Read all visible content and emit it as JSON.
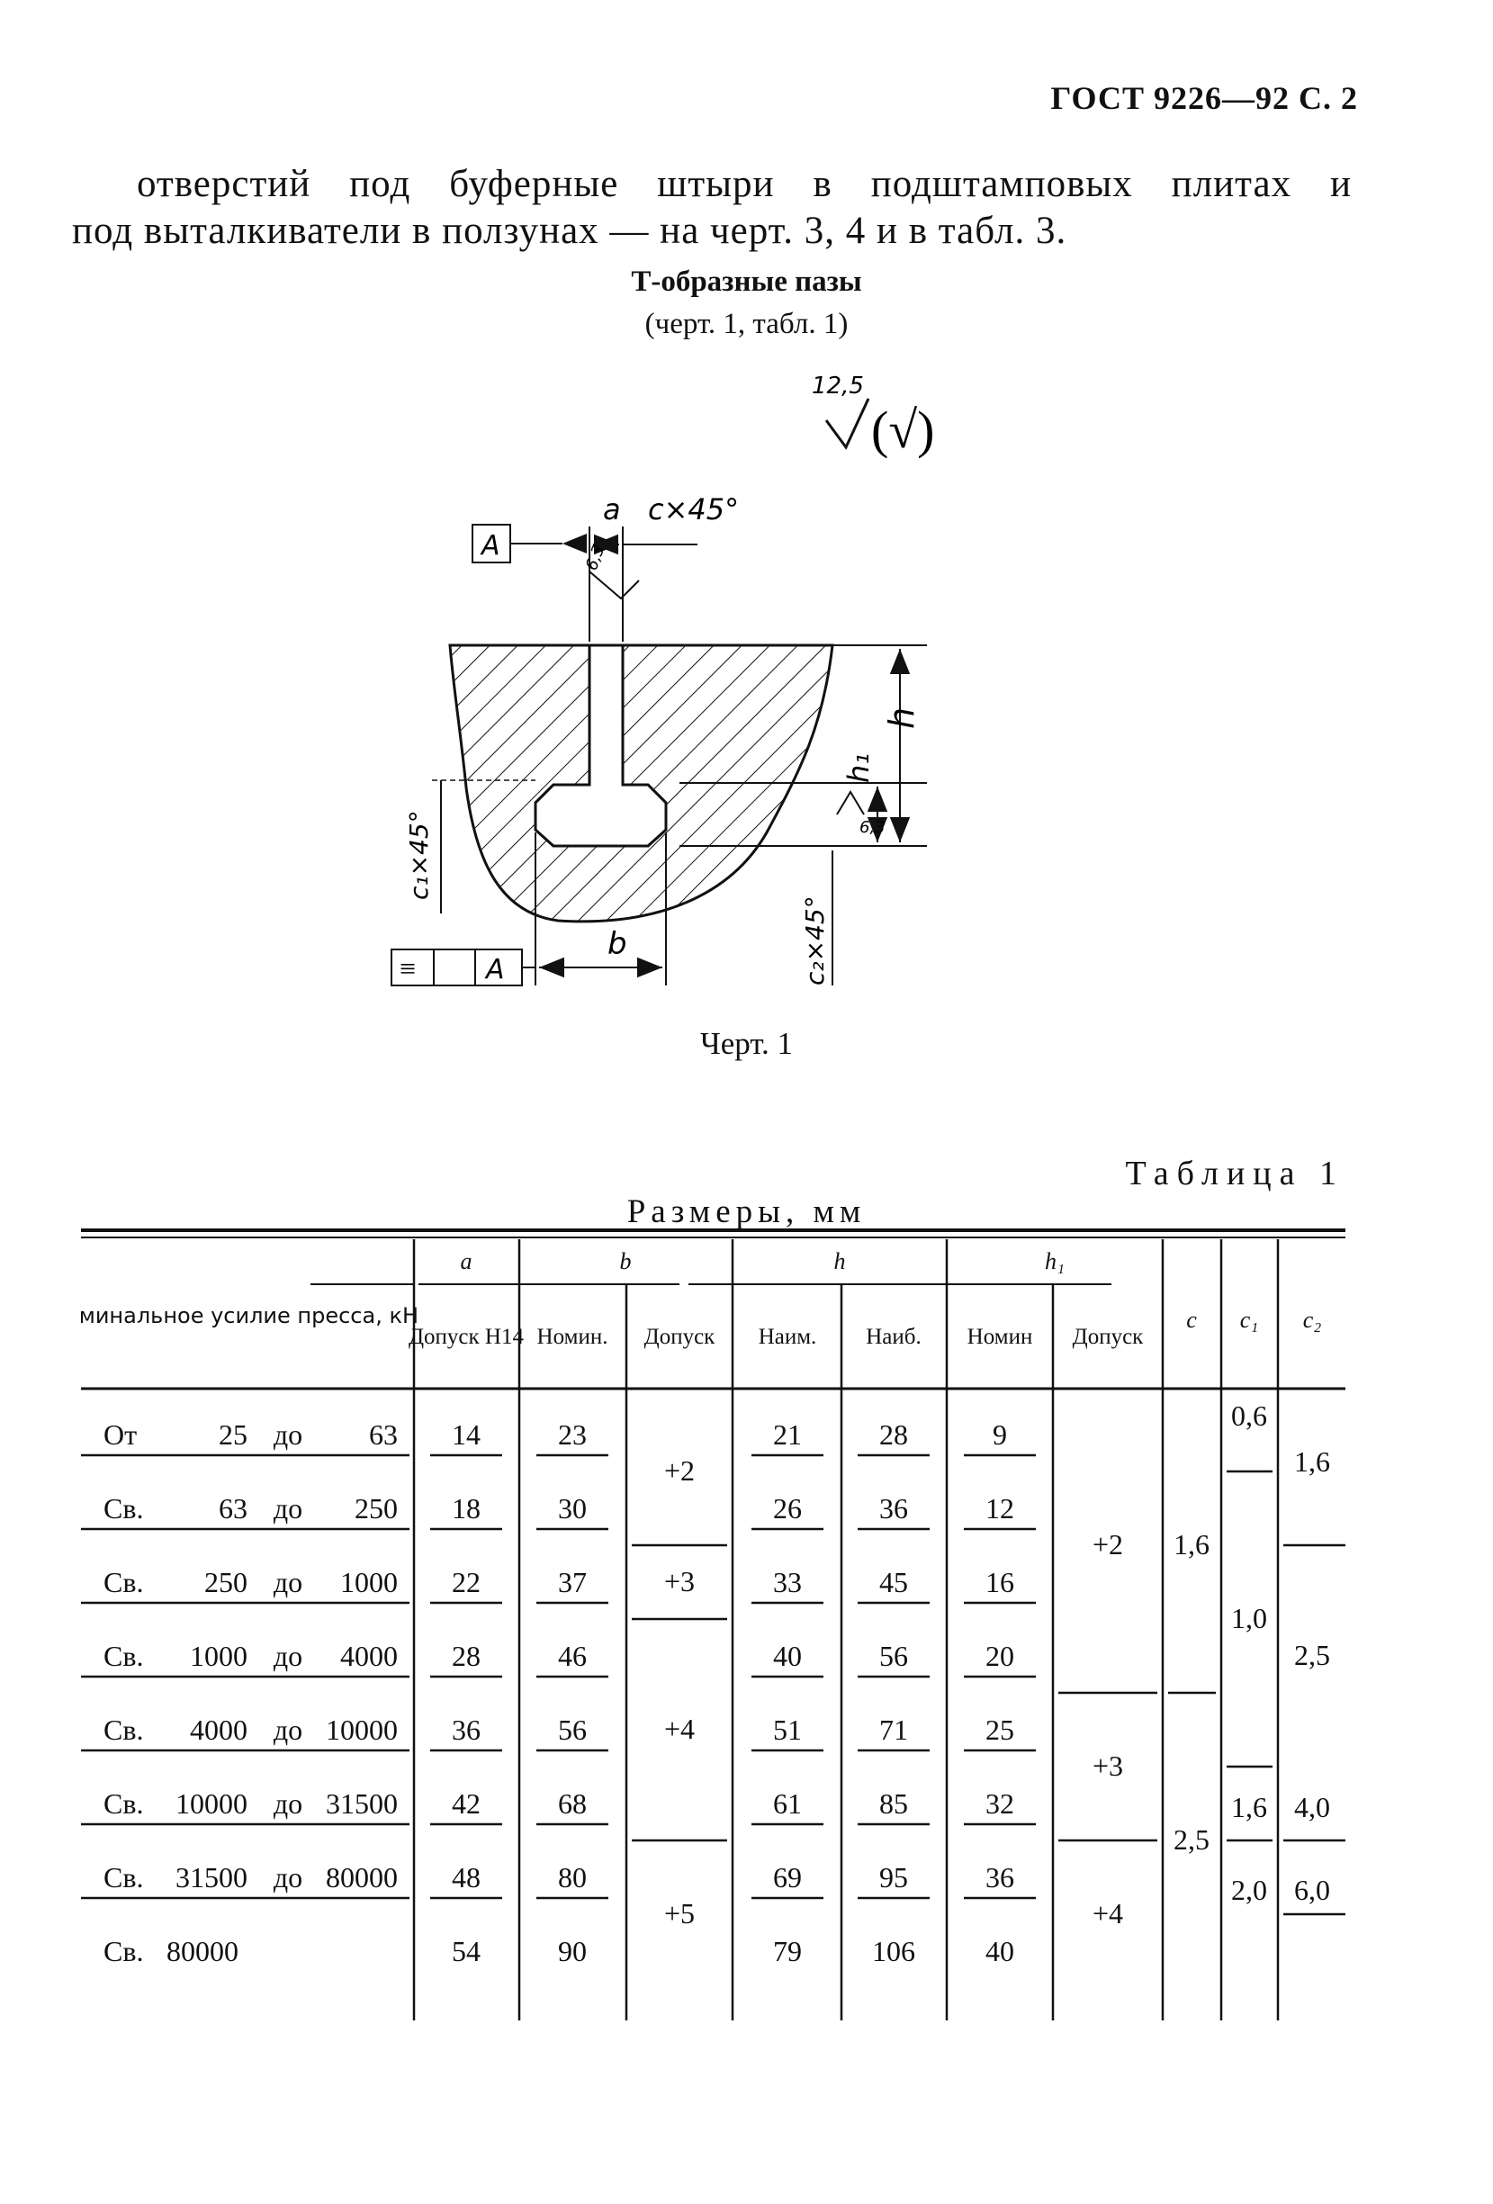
{
  "header": {
    "ref": "ГОСТ 9226—92 С. 2"
  },
  "intro": {
    "line1": "отверстий под буферные штыри в подштамповых плитах и",
    "line2": "под выталкиватели в ползунах — на черт. 3, 4 и в табл. 3."
  },
  "section": {
    "title": "Т-образные пазы",
    "ref": "(черт. 1, табл. 1)"
  },
  "drawing": {
    "caption": "Черт. 1",
    "labels": {
      "datum": "A",
      "dim_a": "a",
      "chamfer_c": "c×45°",
      "rough_side": "6,3",
      "rough_top": "12,5",
      "rough_paren": "(√)",
      "dim_h": "h",
      "dim_h1": "h₁",
      "rough_bottom": "6,3",
      "chamfer_c1": "c₁×45°",
      "chamfer_c2": "c₂×45°",
      "dim_b": "b",
      "sym_frame": "≡"
    }
  },
  "table": {
    "label": "Таблица 1",
    "units": "Размеры, мм",
    "headers": {
      "force": "Номинальное усилие пресса, кН",
      "a": "a",
      "b": "b",
      "h": "h",
      "h1": "h₁",
      "c": "c",
      "c1": "c₁",
      "c2": "c₂",
      "a_tol": "Допуск H14",
      "b_nom": "Номин.",
      "b_tol": "Допуск",
      "h_min": "Наим.",
      "h_max": "Наиб.",
      "h1_nom": "Номин",
      "h1_tol": "Допуск"
    },
    "rows": [
      {
        "pre": "От",
        "from": "25",
        "mid": "до",
        "to": "63",
        "a": "14",
        "b": "23",
        "hmin": "21",
        "hmax": "28",
        "h1": "9"
      },
      {
        "pre": "Св.",
        "from": "63",
        "mid": "до",
        "to": "250",
        "a": "18",
        "b": "30",
        "hmin": "26",
        "hmax": "36",
        "h1": "12"
      },
      {
        "pre": "Св.",
        "from": "250",
        "mid": "до",
        "to": "1000",
        "a": "22",
        "b": "37",
        "hmin": "33",
        "hmax": "45",
        "h1": "16"
      },
      {
        "pre": "Св.",
        "from": "1000",
        "mid": "до",
        "to": "4000",
        "a": "28",
        "b": "46",
        "hmin": "40",
        "hmax": "56",
        "h1": "20"
      },
      {
        "pre": "Св.",
        "from": "4000",
        "mid": "до",
        "to": "10000",
        "a": "36",
        "b": "56",
        "hmin": "51",
        "hmax": "71",
        "h1": "25"
      },
      {
        "pre": "Св.",
        "from": "10000",
        "mid": "до",
        "to": "31500",
        "a": "42",
        "b": "68",
        "hmin": "61",
        "hmax": "85",
        "h1": "32"
      },
      {
        "pre": "Св.",
        "from": "31500",
        "mid": "до",
        "to": "80000",
        "a": "48",
        "b": "80",
        "hmin": "69",
        "hmax": "95",
        "h1": "36"
      },
      {
        "pre": "Св.",
        "from": "80000",
        "mid": "",
        "to": "",
        "a": "54",
        "b": "90",
        "hmin": "79",
        "hmax": "106",
        "h1": "40"
      }
    ],
    "b_tol": [
      "+2",
      "+3",
      "+4",
      "+5"
    ],
    "h1_tol": [
      "+2",
      "+3",
      "+4"
    ],
    "c": [
      "1,6",
      "2,5"
    ],
    "c1": [
      "0,6",
      "1,0",
      "1,6",
      "2,0"
    ],
    "c2": [
      "1,6",
      "2,5",
      "4,0",
      "6,0"
    ]
  }
}
